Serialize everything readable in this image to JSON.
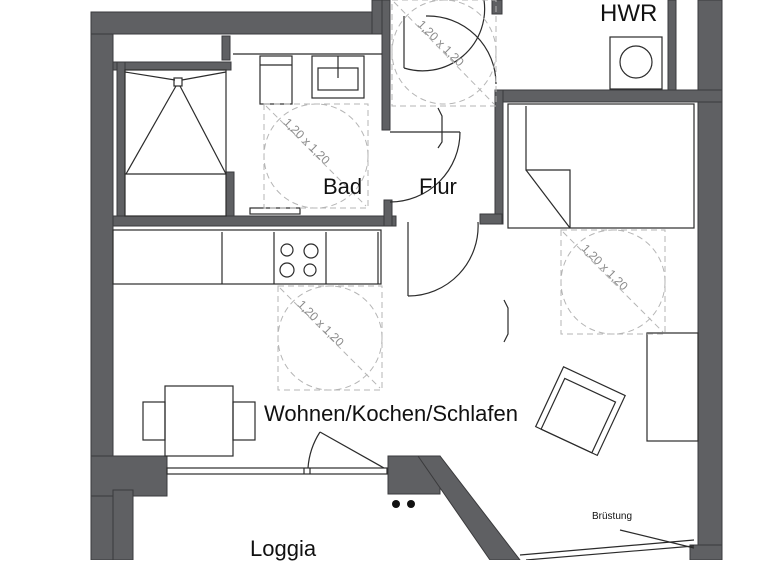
{
  "plan": {
    "type": "apartment floor plan",
    "colors": {
      "wall": "#5f6063",
      "wall_edge": "#3a3a3c",
      "line": "#2b2b2b",
      "dim_line": "#b5b5b5",
      "dim_text": "#8a8a8a",
      "background": "#ffffff"
    },
    "rooms": [
      {
        "id": "hwr",
        "label": "HWR"
      },
      {
        "id": "bad",
        "label": "Bad"
      },
      {
        "id": "flur",
        "label": "Flur"
      },
      {
        "id": "wohnen",
        "label": "Wohnen/Kochen/Schlafen"
      },
      {
        "id": "loggia",
        "label": "Loggia"
      }
    ],
    "annotations": {
      "brustung": "Brüstung",
      "turning_circle": "1,20 x 1,20"
    },
    "turning_circles": [
      {
        "room": "flur-top",
        "label": "1,20 x 1,20"
      },
      {
        "room": "bad",
        "label": "1,20 x 1,20"
      },
      {
        "room": "kitchen",
        "label": "1,20 x 1,20"
      },
      {
        "room": "bed",
        "label": "1,20 x 1,20"
      }
    ],
    "furniture": [
      "shower",
      "toilet",
      "washbasin",
      "towel-radiator",
      "washing-machine",
      "kitchen-counter",
      "cooktop-4-burner",
      "bed",
      "dining-table",
      "chair-left",
      "chair-right",
      "armchair",
      "wardrobe"
    ]
  }
}
